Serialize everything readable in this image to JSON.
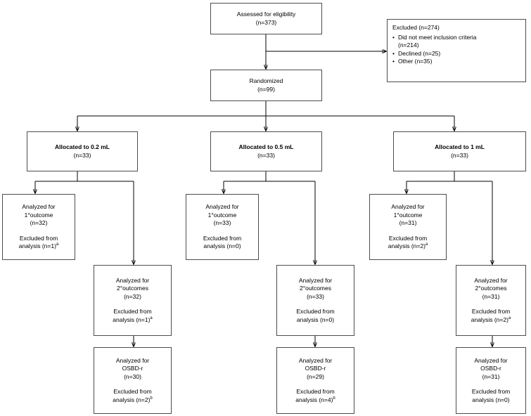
{
  "diagram": {
    "title": "CONSORT participant flow diagram",
    "line_color": "#000000",
    "box_border_color": "#4d4d4d",
    "background": "#ffffff"
  },
  "nodes": {
    "assessed": {
      "line1": "Assessed for eligibility",
      "line2": "(n=373)"
    },
    "excluded": {
      "heading": "Excluded (n=274)",
      "bullets": [
        {
          "text": "Did not meet inclusion criteria",
          "cont": "(n=214)"
        },
        {
          "text": "Declined (n=25)",
          "cont": ""
        },
        {
          "text": "Other (n=35)",
          "cont": ""
        }
      ]
    },
    "randomized": {
      "line1": "Randomized",
      "line2": "(n=99)"
    },
    "alloc_1": {
      "line1": "Allocated to 0.2 mL",
      "line2": "(n=33)"
    },
    "alloc_2": {
      "line1": "Allocated to 0.5 mL",
      "line2": "(n=33)"
    },
    "alloc_3": {
      "line1": "Allocated to 1 mL",
      "line2": "(n=33)"
    },
    "primary_1": {
      "line1": "Analyzed for",
      "line2": "1°outcome",
      "line3": "(n=32)",
      "line4": "Excluded from",
      "line5": "analysis (n=1)",
      "sup": "a"
    },
    "primary_2": {
      "line1": "Analyzed for",
      "line2": "1°outcome",
      "line3": "(n=33)",
      "line4": "Excluded from",
      "line5": "analysis (n=0)",
      "sup": ""
    },
    "primary_3": {
      "line1": "Analyzed for",
      "line2": "1°outcome",
      "line3": "(n=31)",
      "line4": "Excluded from",
      "line5": "analysis (n=2)",
      "sup": "a"
    },
    "secondary_1": {
      "line1": "Analyzed for",
      "line2": "2°outcomes",
      "line3": "(n=32)",
      "line4": "Excluded from",
      "line5": "analysis (n=1)",
      "sup": "a"
    },
    "secondary_2": {
      "line1": "Analyzed for",
      "line2": "2°outcomes",
      "line3": "(n=33)",
      "line4": "Excluded from",
      "line5": "analysis (n=0)",
      "sup": ""
    },
    "secondary_3": {
      "line1": "Analyzed for",
      "line2": "2°outcomes",
      "line3": "(n=31)",
      "line4": "Excluded from",
      "line5": "analysis (n=2)",
      "sup": "a"
    },
    "osbd_1": {
      "line1": "Analyzed for",
      "line2": "OSBD-r",
      "line3": "(n=30)",
      "line4": "Excluded from",
      "line5": "analysis (n=2)",
      "sup": "b"
    },
    "osbd_2": {
      "line1": "Analyzed for",
      "line2": "OSBD-r",
      "line3": "(n=29)",
      "line4": "Excluded from",
      "line5": "analysis (n=4)",
      "sup": "b"
    },
    "osbd_3": {
      "line1": "Analyzed for",
      "line2": "OSBD-r",
      "line3": "(n=31)",
      "line4": "Excluded from",
      "line5": "analysis (n=0)",
      "sup": ""
    }
  }
}
